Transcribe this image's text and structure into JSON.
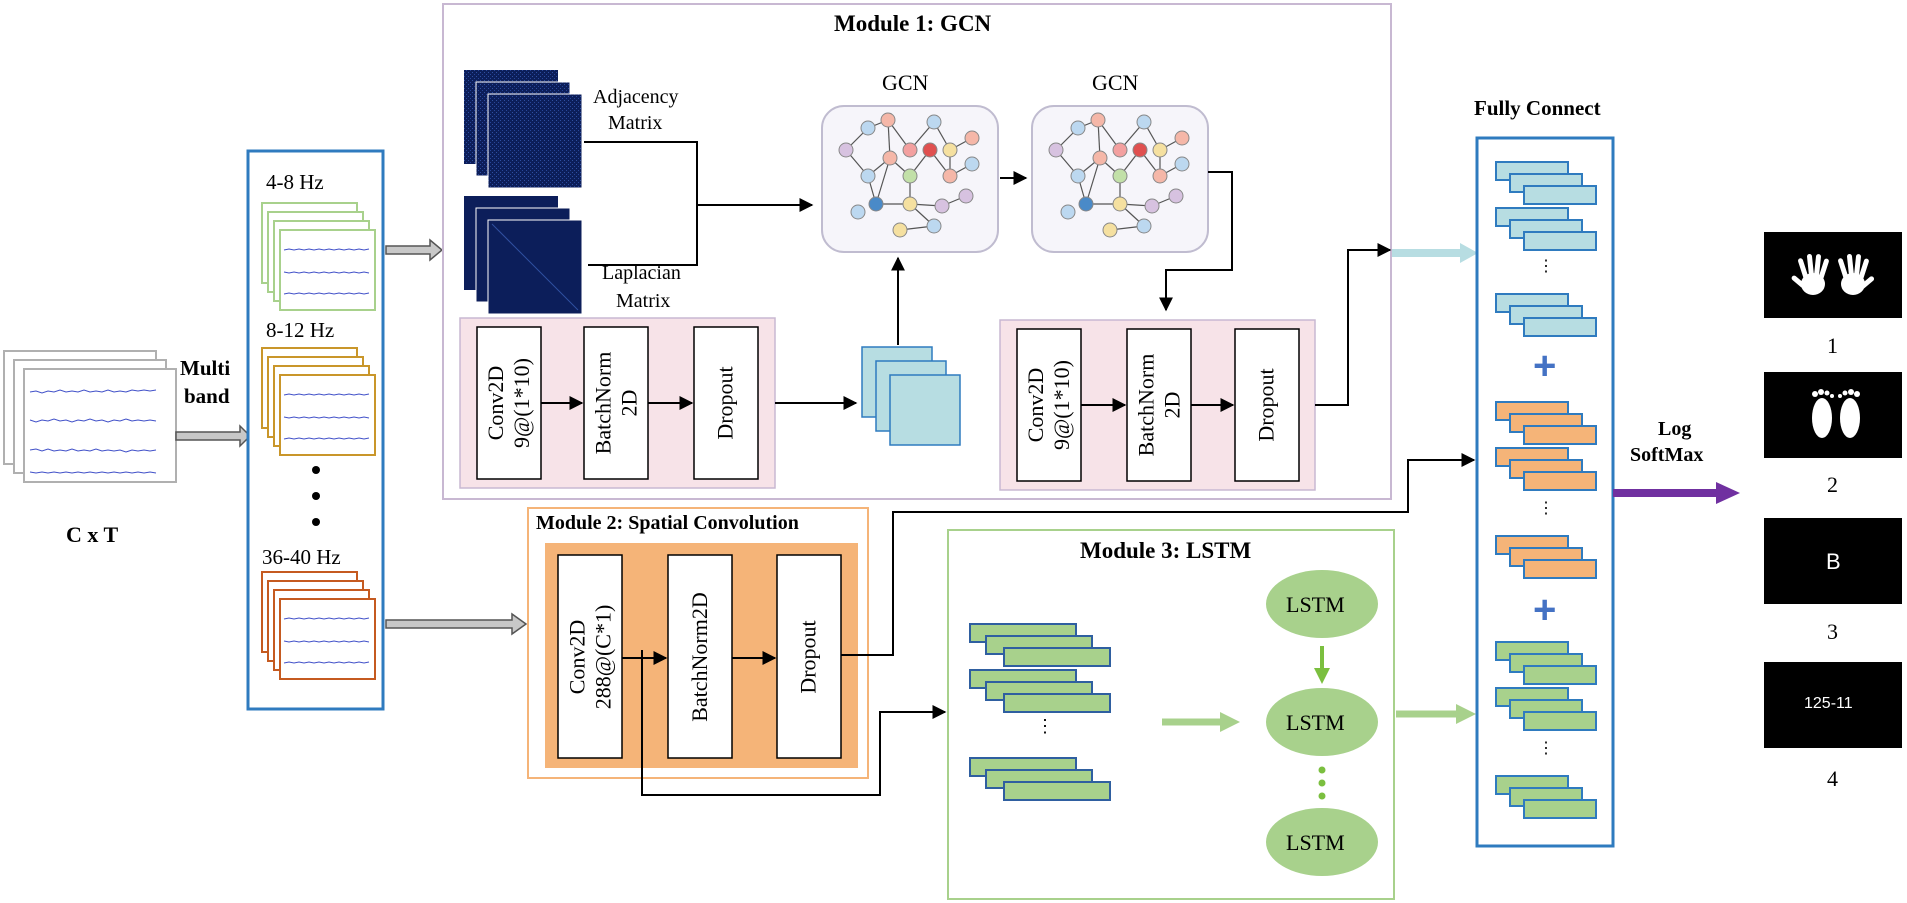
{
  "input": {
    "label": "C x T",
    "arrow_label_line1": "Multi",
    "arrow_label_line2": "band"
  },
  "bands": [
    "4-8 Hz",
    "8-12 Hz",
    "36-40 Hz"
  ],
  "module1": {
    "title": "Module 1: GCN",
    "adjacency_line1": "Adjacency",
    "adjacency_line2": "Matrix",
    "laplacian_line1": "Laplacian",
    "laplacian_line2": "Matrix",
    "gcn1_label": "GCN",
    "gcn2_label": "GCN",
    "conv_line1": "Conv2D",
    "conv_line2": "9@(1*10)",
    "batchnorm_line1": "BatchNorm",
    "batchnorm_line2": "2D",
    "dropout": "Dropout"
  },
  "module2": {
    "title": "Module 2: Spatial Convolution",
    "conv_line1": "Conv2D",
    "conv_line2": "288@(C*1)",
    "batchnorm": "BatchNorm2D",
    "dropout": "Dropout"
  },
  "module3": {
    "title": "Module 3: LSTM",
    "lstm": [
      "LSTM",
      "LSTM",
      "LSTM"
    ]
  },
  "fully_connect": {
    "title": "Fully Connect",
    "plus": "+"
  },
  "output": {
    "arrow_line1": "Log",
    "arrow_line2": "SoftMax",
    "classes": [
      "1",
      "2",
      "3",
      "4"
    ],
    "class3_text": "B",
    "class4_text": "125-11"
  },
  "colors": {
    "module_border": "#c8b8d2",
    "pink_panel": "#f7e3e8",
    "orange": "#f5b478",
    "teal": "#b7dde2",
    "green": "#a8d18c",
    "blue_border": "#2f7bbf",
    "navy": "#0c1e5a",
    "purple_arrow": "#7030a0"
  }
}
